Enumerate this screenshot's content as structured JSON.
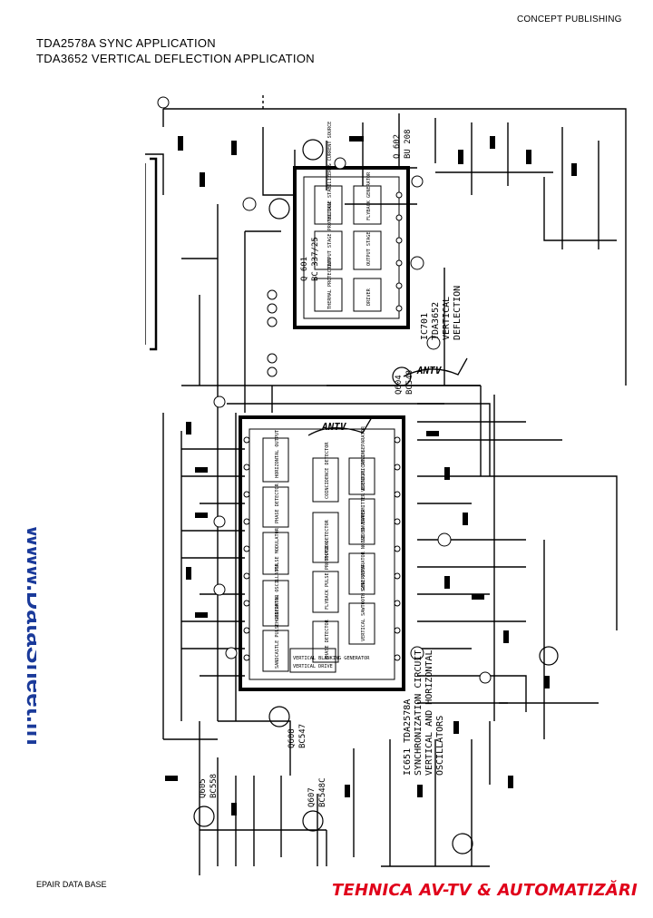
{
  "header": {
    "publisher": "CONCEPT PUBLISHING",
    "title_line1": "TDA2578A SYNC APPLICATION",
    "title_line2": "TDA3652 VERTICAL DEFLECTION APPLICATION"
  },
  "watermark": {
    "text": "www.DataSheet.in"
  },
  "footer": {
    "left": "EPAIR DATA BASE",
    "right": "TEHNICA AV-TV & AUTOMATIZĂRI"
  },
  "ic_top": {
    "name": "IC701 TDA3652",
    "label_lines": [
      "IC701",
      "TDA3652",
      "VERTICAL",
      "DEFLECTION"
    ],
    "blocks": [
      "VOLTAGE STABILIZER & CURRENT SOURCE",
      "FLYBACK GENERATOR",
      "OUTPUT STAGE PROTECTION",
      "OUTPUT STAGE",
      "THERMAL PROTECTION",
      "DRIVER"
    ]
  },
  "ic_bottom": {
    "name": "IC651 TDA2578A",
    "label_lines": [
      "IC651 TDA2578A",
      "SYNCHRONIZATION CIRCUIT",
      "VERTICAL AND HORIZONTAL",
      "OSCILLATORS"
    ],
    "blocks": [
      "HORIZONTAL OUTPUT",
      "PHASE DETECTOR",
      "PULSE MODULATOR",
      "HORIZONTAL OSCILLATOR",
      "SANDCASTLE PULSE GENERATOR",
      "VERTICAL BLANKING GENERATOR",
      "VERTICAL DRIVE",
      "COINCIDENCE DETECTOR",
      "PHASE DETECTOR",
      "FLYBACK PULSE PROTECTION",
      "PHASE DETECTOR",
      "VERTICAL SYNC SEPARATOR",
      "VIDEO TRANSMITTER IDENTIFICATION",
      "SYNC SEPARATOR NOISE INVERTER",
      "VERTICAL SAWTOOTH GENERATOR",
      "VERTICAL DIVIDER"
    ]
  },
  "transistors": [
    {
      "ref": "Q 601",
      "type": "BC 337/25"
    },
    {
      "ref": "Q 602",
      "type": "BU 208"
    },
    {
      "ref": "Q604",
      "type": "BC548"
    },
    {
      "ref": "Q608",
      "type": "BC547"
    },
    {
      "ref": "Q605",
      "type": "BC558"
    },
    {
      "ref": "Q607",
      "type": "BC548C"
    }
  ],
  "logo": {
    "text": "ANTV"
  }
}
